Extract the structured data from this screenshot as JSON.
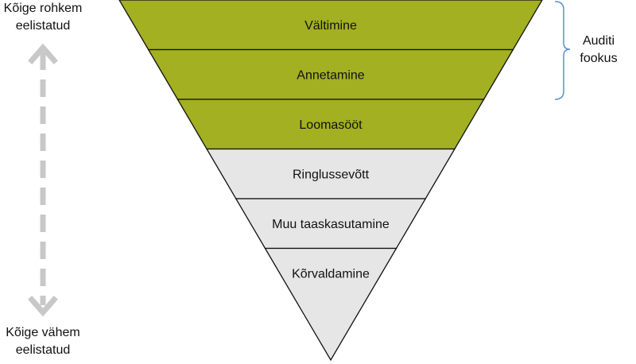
{
  "top_label": [
    "Kõige rohkem",
    "eelistatud"
  ],
  "bottom_label": [
    "Kõige vähem",
    "eelistatud"
  ],
  "bracket_label": [
    "Auditi",
    "fookus"
  ],
  "colors": {
    "highlight": "#a2b021",
    "neutral": "#e6e6e6",
    "outline": "#111111",
    "arrow": "#c8c8c8",
    "bracket": "#5b8fd4"
  },
  "levels": [
    {
      "label": "Vältimine",
      "highlighted": true
    },
    {
      "label": "Annetamine",
      "highlighted": true
    },
    {
      "label": "Loomasööt",
      "highlighted": true
    },
    {
      "label": "Ringlussevõtt",
      "highlighted": false
    },
    {
      "label": "Muu taaskasutamine",
      "highlighted": false
    },
    {
      "label": "Kõrvaldamine",
      "highlighted": false
    }
  ]
}
